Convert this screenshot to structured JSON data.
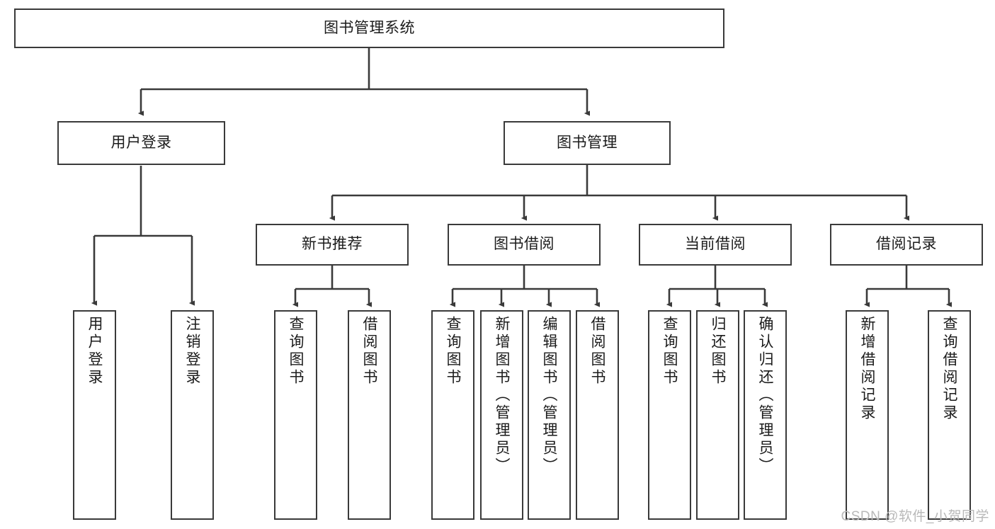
{
  "diagram": {
    "title": "图书管理系统",
    "type": "tree",
    "root": {
      "label": "图书管理系统"
    },
    "level1": [
      {
        "id": "user-login",
        "label": "用户登录"
      },
      {
        "id": "book-manage",
        "label": "图书管理"
      }
    ],
    "level2": [
      {
        "id": "new-book-recommend",
        "label": "新书推荐",
        "parent": "book-manage"
      },
      {
        "id": "book-borrow",
        "label": "图书借阅",
        "parent": "book-manage"
      },
      {
        "id": "current-borrow",
        "label": "当前借阅",
        "parent": "book-manage"
      },
      {
        "id": "borrow-record",
        "label": "借阅记录",
        "parent": "book-manage"
      }
    ],
    "leaves": [
      {
        "id": "leaf-user-login",
        "label": "用户登录",
        "parent": "user-login"
      },
      {
        "id": "leaf-logout-login",
        "label": "注销登录",
        "parent": "user-login"
      },
      {
        "id": "leaf-query-book-1",
        "label": "查询图书",
        "parent": "new-book-recommend"
      },
      {
        "id": "leaf-borrow-book-1",
        "label": "借阅图书",
        "parent": "new-book-recommend"
      },
      {
        "id": "leaf-query-book-2",
        "label": "查询图书",
        "parent": "book-borrow"
      },
      {
        "id": "leaf-add-book",
        "label": "新增图书（管理员）",
        "parent": "book-borrow"
      },
      {
        "id": "leaf-edit-book",
        "label": "编辑图书（管理员）",
        "parent": "book-borrow"
      },
      {
        "id": "leaf-borrow-book-2",
        "label": "借阅图书",
        "parent": "book-borrow"
      },
      {
        "id": "leaf-query-book-3",
        "label": "查询图书",
        "parent": "current-borrow"
      },
      {
        "id": "leaf-return-book",
        "label": "归还图书",
        "parent": "current-borrow"
      },
      {
        "id": "leaf-confirm-return",
        "label": "确认归还（管理员）",
        "parent": "current-borrow"
      },
      {
        "id": "leaf-add-record",
        "label": "新增借阅记录",
        "parent": "borrow-record"
      },
      {
        "id": "leaf-query-record",
        "label": "查询借阅记录",
        "parent": "borrow-record"
      }
    ],
    "watermark": "CSDN @软件_小贺同学",
    "colors": {
      "stroke": "#3a3a3a",
      "text": "#1b1b1b",
      "background": "#ffffff",
      "watermark": "#b9b9b9"
    }
  }
}
